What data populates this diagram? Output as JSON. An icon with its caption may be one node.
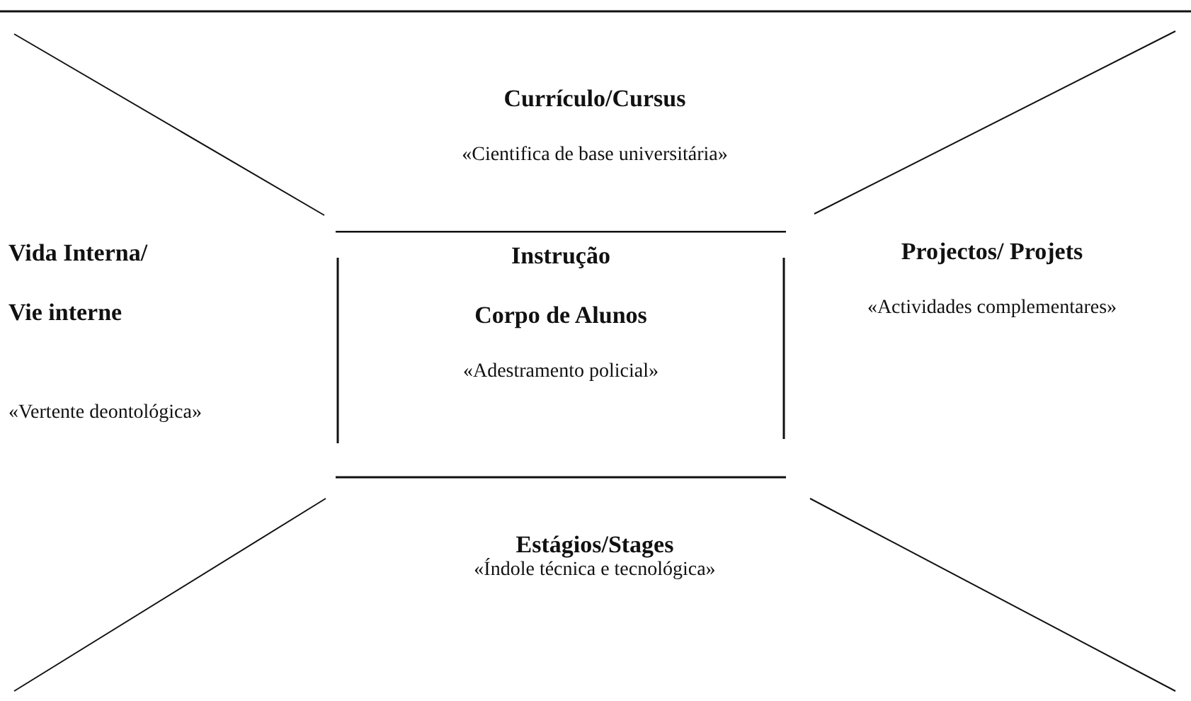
{
  "diagram": {
    "nodes": [
      {
        "text": [
          "Currículo/Cursus",
          "«Cientifica de base universitária»"
        ]
      },
      {
        "text": [
          "Vida Interna/ Vie interne",
          "«Vertente deontológica»"
        ]
      },
      {
        "text": [
          "Instrução",
          "Corpo de Alunos",
          "«Adestramento policial»"
        ]
      },
      {
        "text": [
          "Projectos/ Projets",
          "«Actividades complementares»"
        ]
      },
      {
        "text": [
          "Estágios/Stages",
          "«Índole técnica e tecnológica»"
        ]
      }
    ],
    "edges": []
  }
}
